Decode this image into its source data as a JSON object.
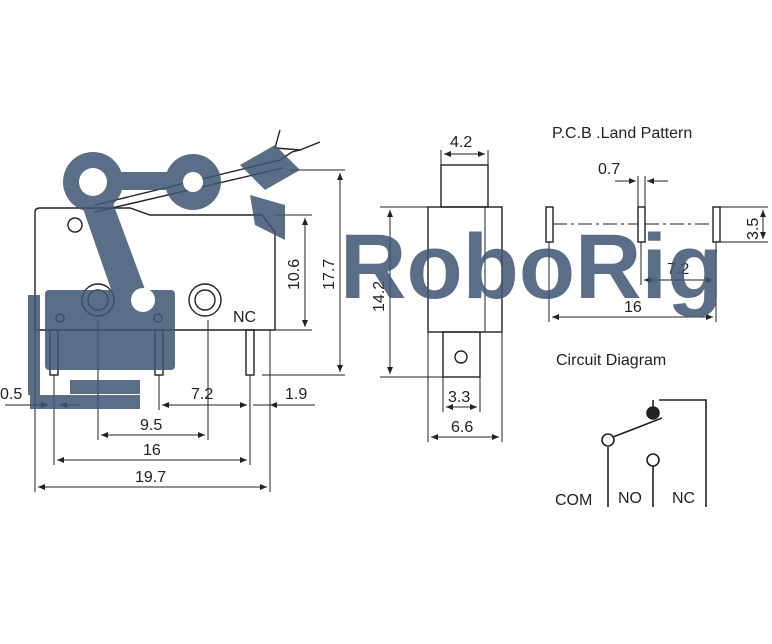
{
  "brand": {
    "logo_text": "RoboRig",
    "logo_color": "#3f5573"
  },
  "front_view": {
    "terminal_label": "NC",
    "dims": {
      "height_body": "10.6",
      "height_total": "17.7",
      "left_offset": "0.5",
      "pin_pitch": "7.2",
      "right_offset": "1.9",
      "pin_span_a": "9.5",
      "pin_span_b": "16",
      "length_total": "19.7"
    }
  },
  "side_view": {
    "dims": {
      "top_width": "4.2",
      "body_height": "14.2",
      "pin_width": "3.3",
      "total_width": "6.6"
    }
  },
  "pcb_land": {
    "title": "P.C.B .Land  Pattern",
    "dims": {
      "pad_width": "0.7",
      "pad_height": "3.5",
      "pad_pitch": "7.2",
      "pad_span": "16"
    }
  },
  "circuit": {
    "title": "Circuit  Diagram",
    "labels": {
      "com": "COM",
      "no": "NO",
      "nc": "NC"
    }
  },
  "colors": {
    "line": "#222222",
    "logo": "#3f5573"
  }
}
